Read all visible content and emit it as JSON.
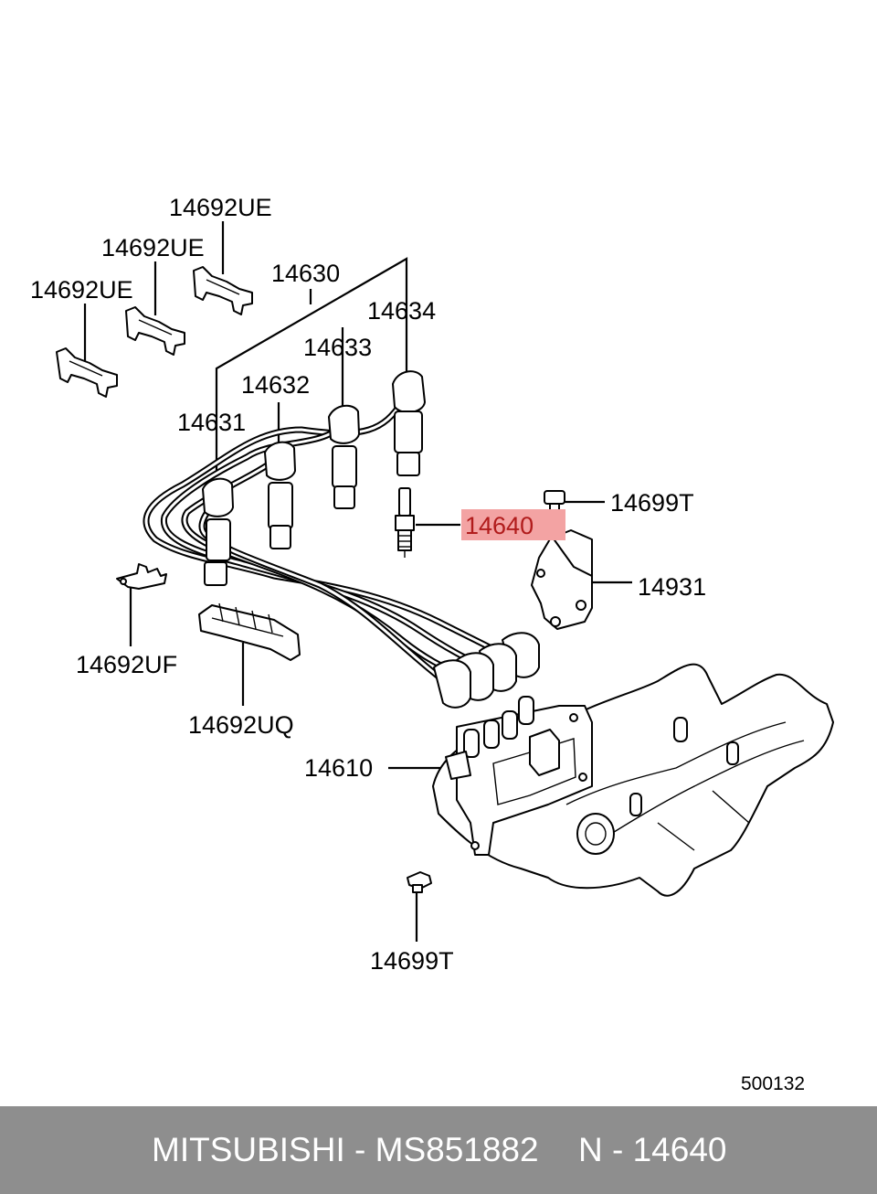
{
  "callouts": {
    "c14692UE_a": "14692UE",
    "c14692UE_b": "14692UE",
    "c14692UE_c": "14692UE",
    "c14630": "14630",
    "c14634": "14634",
    "c14633": "14633",
    "c14632": "14632",
    "c14631": "14631",
    "c14699T_top": "14699T",
    "c14640": "14640",
    "c14931": "14931",
    "c14692UF": "14692UF",
    "c14692UQ": "14692UQ",
    "c14610": "14610",
    "c14699T_bottom": "14699T"
  },
  "drawing_number": "500132",
  "highlight_color": "#f3a3a3",
  "footer": {
    "brand_part": "MITSUBISHI - MS851882",
    "ref": "N - 14640",
    "background": "#8e8e8e"
  }
}
